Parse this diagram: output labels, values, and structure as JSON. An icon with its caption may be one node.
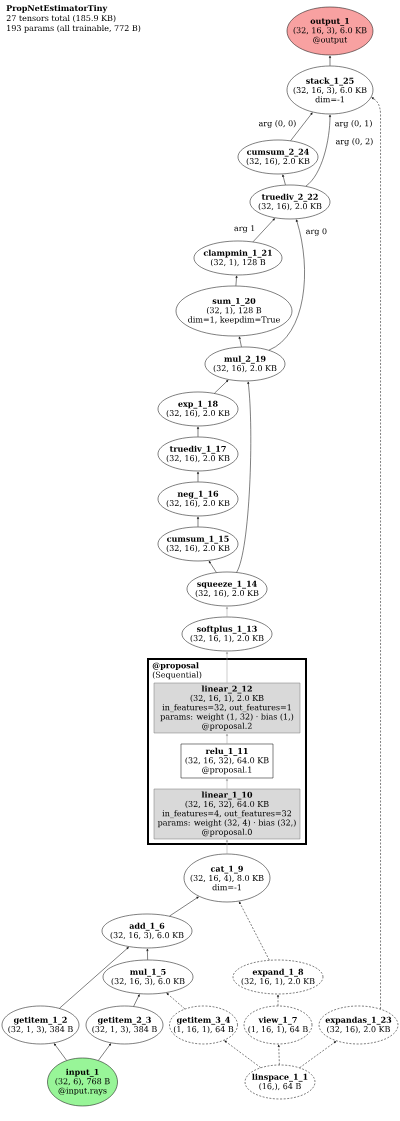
{
  "diagram": {
    "title": "PropNetEstimatorTiny",
    "nodes": [
      {
        "text": [
          "output_1",
          "(32, 16, 3), 6.0 KB",
          "@output"
        ]
      },
      {
        "text": [
          "stack_1_25",
          "(32, 16, 3), 6.0 KB",
          "dim=-1"
        ]
      },
      {
        "text": [
          "cumsum_2_24",
          "(32, 16), 2.0 KB"
        ]
      },
      {
        "text": [
          "truediv_2_22",
          "(32, 16), 2.0 KB"
        ]
      },
      {
        "text": [
          "clampmin_1_21",
          "(32, 1), 128 B"
        ]
      },
      {
        "text": [
          "sum_1_20",
          "(32, 1), 128 B",
          "dim=1, keepdim=True"
        ]
      },
      {
        "text": [
          "mul_2_19",
          "(32, 16), 2.0 KB"
        ]
      },
      {
        "text": [
          "exp_1_18",
          "(32, 16), 2.0 KB"
        ]
      },
      {
        "text": [
          "truediv_1_17",
          "(32, 16), 2.0 KB"
        ]
      },
      {
        "text": [
          "neg_1_16",
          "(32, 16), 2.0 KB"
        ]
      },
      {
        "text": [
          "cumsum_1_15",
          "(32, 16), 2.0 KB"
        ]
      },
      {
        "text": [
          "squeeze_1_14",
          "(32, 16), 2.0 KB"
        ]
      },
      {
        "text": [
          "softplus_1_13",
          "(32, 16, 1), 2.0 KB"
        ]
      },
      {
        "text": [
          "@proposal",
          "(Sequential)"
        ]
      },
      {
        "text": [
          "linear_2_12",
          "(32, 16, 1), 2.0 KB",
          "in_features=32, out_features=1",
          "params: weight (1, 32) · bias (1,)",
          "@proposal.2"
        ],
        "in": 13
      },
      {
        "text": [
          "relu_1_11",
          "(32, 16, 32), 64.0 KB",
          "@proposal.1"
        ],
        "in": 13
      },
      {
        "text": [
          "linear_1_10",
          "(32, 16, 32), 64.0 KB",
          "in_features=4, out_features=32",
          "params: weight (32, 4) · bias (32,)",
          "@proposal.0"
        ],
        "in": 13
      },
      {
        "text": [
          "cat_1_9",
          "(32, 16, 4), 8.0 KB",
          "dim=-1"
        ]
      },
      {
        "text": [
          "add_1_6",
          "(32, 16, 3), 6.0 KB"
        ]
      },
      {
        "text": [
          "mul_1_5",
          "(32, 16, 3), 6.0 KB"
        ]
      },
      {
        "text": [
          "expand_1_8",
          "(32, 16, 1), 2.0 KB"
        ]
      },
      {
        "text": [
          "getitem_1_2",
          "(32, 1, 3), 384 B"
        ]
      },
      {
        "text": [
          "getitem_2_3",
          "(32, 1, 3), 384 B"
        ]
      },
      {
        "text": [
          "getitem_3_4",
          "(1, 16, 1), 64 B"
        ]
      },
      {
        "text": [
          "view_1_7",
          "(1, 16, 1), 64 B"
        ]
      },
      {
        "text": [
          "expandas_1_23",
          "(32, 16), 2.0 KB"
        ]
      },
      {
        "text": [
          "input_1",
          "(32, 6), 768 B",
          "@input.rays"
        ]
      },
      {
        "text": [
          "linspace_1_1",
          "(16,), 64 B"
        ]
      }
    ],
    "edges": [
      {
        "from": 1,
        "to": 0,
        "arrow": "to"
      },
      {
        "from": 2,
        "to": 1,
        "arrow": "to",
        "label": "arg (0, 0)"
      },
      {
        "from": 3,
        "to": 1,
        "arrow": "to",
        "label": "arg (0, 1)"
      },
      {
        "from": 25,
        "to": 1,
        "arrow": "to",
        "label": "arg (0, 2)",
        "style": "dashed"
      },
      {
        "from": 3,
        "to": 2,
        "arrow": "to"
      },
      {
        "from": 4,
        "to": 3,
        "arrow": "to",
        "label": "arg 1"
      },
      {
        "from": 6,
        "to": 3,
        "arrow": "to",
        "label": "arg 0"
      },
      {
        "from": 5,
        "to": 4,
        "arrow": "to"
      },
      {
        "from": 6,
        "to": 5,
        "arrow": "to"
      },
      {
        "from": 7,
        "to": 6,
        "arrow": "to"
      },
      {
        "from": 11,
        "to": 6,
        "arrow": "to"
      },
      {
        "from": 8,
        "to": 7,
        "arrow": "to"
      },
      {
        "from": 9,
        "to": 8,
        "arrow": "to"
      },
      {
        "from": 10,
        "to": 9,
        "arrow": "to"
      },
      {
        "from": 11,
        "to": 10,
        "arrow": "to"
      },
      {
        "from": 12,
        "to": 11,
        "arrow": "to",
        "color": "#999999"
      },
      {
        "from": 14,
        "to": 12,
        "arrow": "to",
        "color": "#999999"
      },
      {
        "from": 15,
        "to": 14,
        "arrow": "to",
        "color": "#999999"
      },
      {
        "from": 16,
        "to": 15,
        "arrow": "to",
        "color": "#999999"
      },
      {
        "from": 17,
        "to": 16,
        "arrow": "to",
        "color": "#999999"
      },
      {
        "from": 18,
        "to": 17,
        "arrow": "to"
      },
      {
        "from": 20,
        "to": 17,
        "arrow": "to",
        "style": "dashed"
      },
      {
        "from": 21,
        "to": 18,
        "arrow": "to"
      },
      {
        "from": 19,
        "to": 18,
        "arrow": "to"
      },
      {
        "from": 22,
        "to": 19,
        "arrow": "to"
      },
      {
        "from": 23,
        "to": 19,
        "arrow": "to",
        "style": "dashed"
      },
      {
        "from": 24,
        "to": 20,
        "arrow": "to",
        "style": "dashed"
      },
      {
        "from": 26,
        "to": 21,
        "arrow": "to"
      },
      {
        "from": 26,
        "to": 22,
        "arrow": "to"
      },
      {
        "from": 27,
        "to": 23,
        "arrow": "to",
        "style": "dashed"
      },
      {
        "from": 27,
        "to": 24,
        "arrow": "to",
        "style": "dashed"
      },
      {
        "from": 27,
        "to": 25,
        "arrow": "to",
        "style": "dashed"
      }
    ],
    "labels": [
      "27 tensors total (185.9 KB)",
      "193 params (all trainable, 772 B)"
    ]
  }
}
